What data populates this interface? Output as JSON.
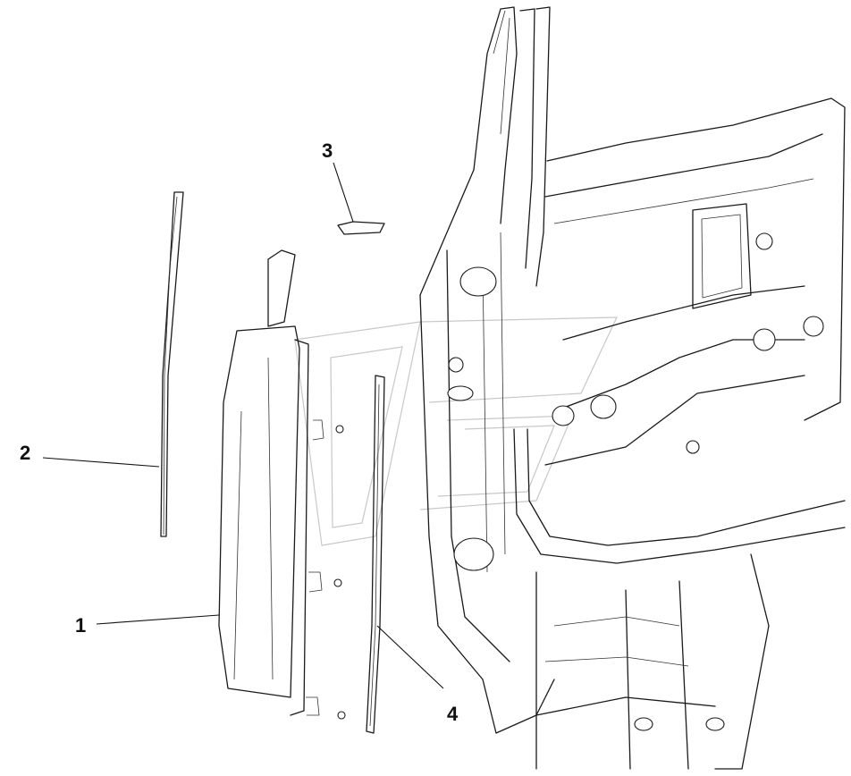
{
  "callouts": [
    {
      "label": "1"
    },
    {
      "label": "2"
    },
    {
      "label": "3"
    },
    {
      "label": "4"
    }
  ],
  "colors": {
    "line": "#1a1a1a",
    "watermark": "#c8c8c8",
    "background": "#ffffff"
  }
}
